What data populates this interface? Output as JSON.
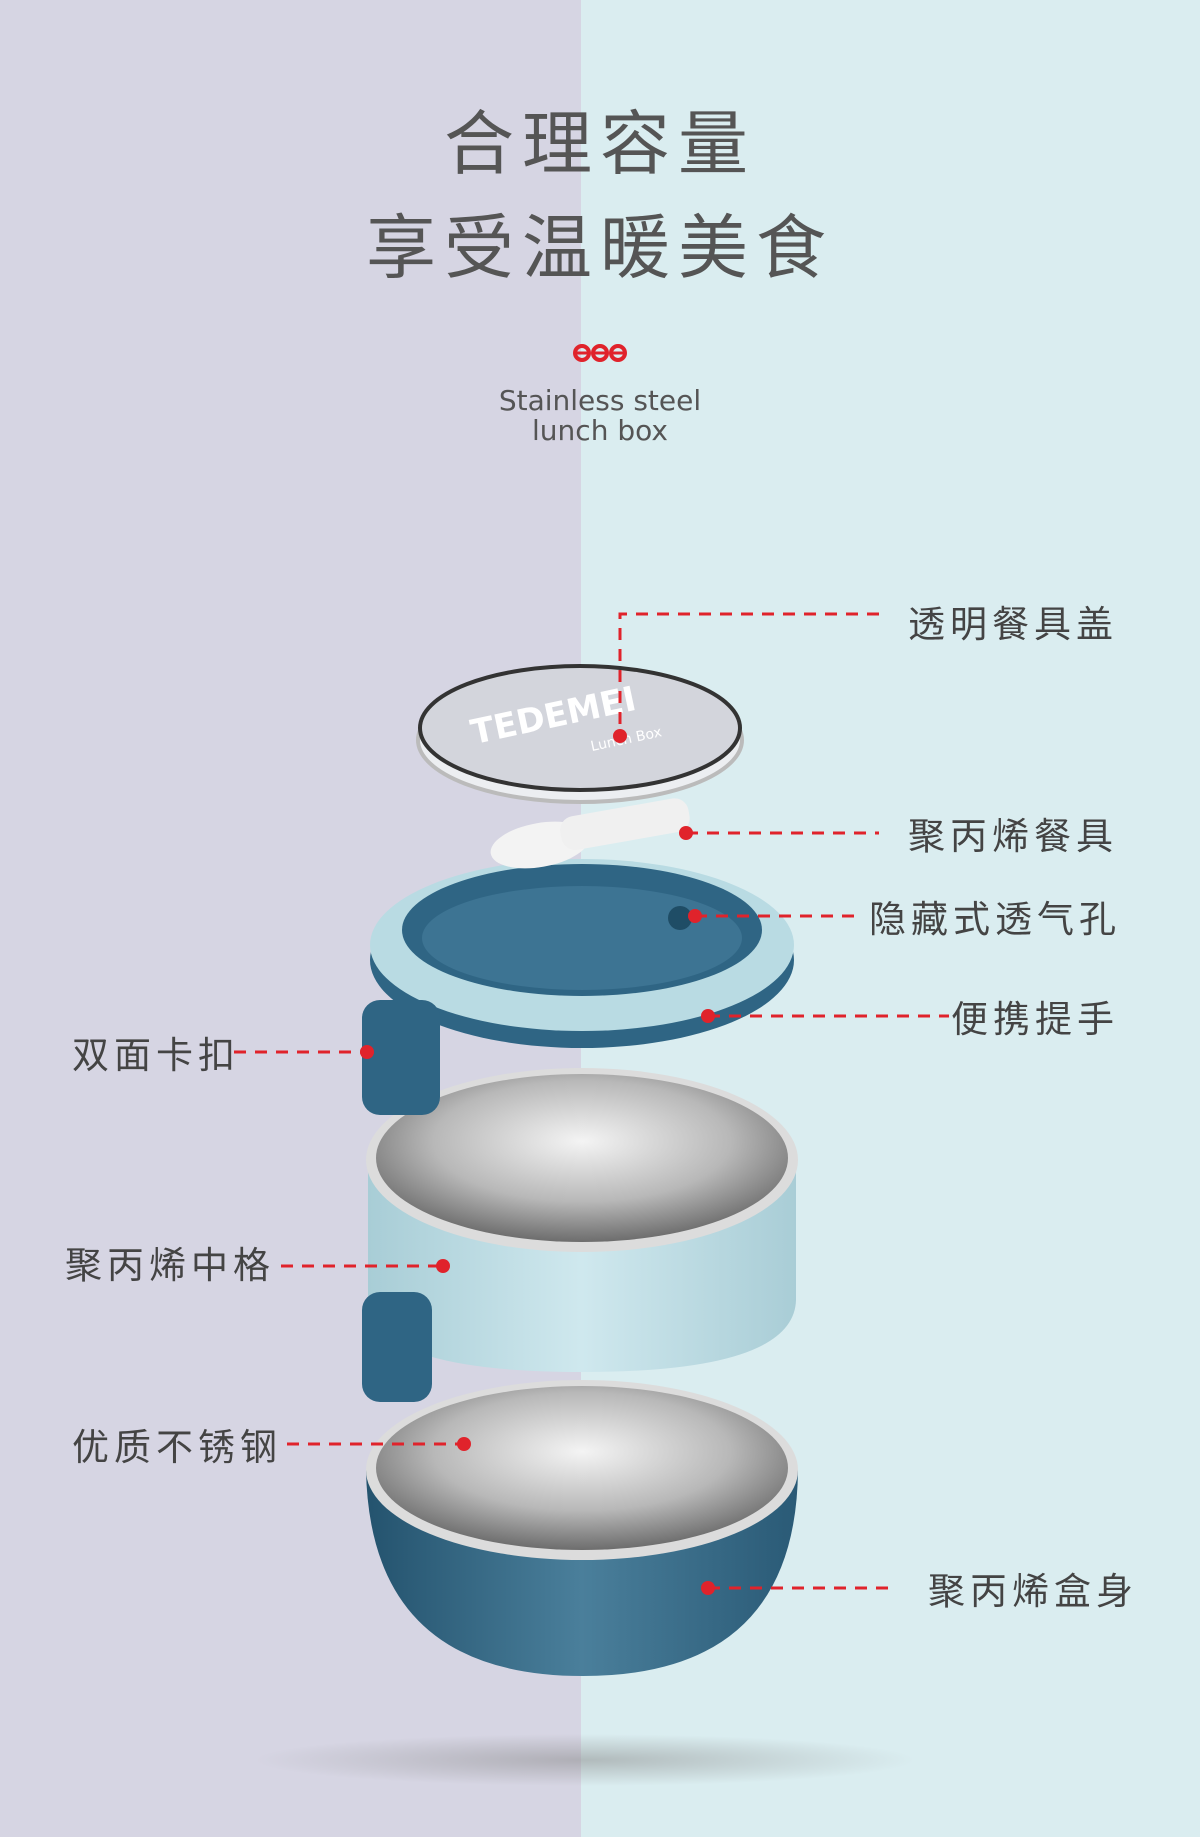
{
  "heading": {
    "line1": "合理容量",
    "line2": "享受温暖美食"
  },
  "brand": {
    "logo": "eee",
    "subtitle_line1": "Stainless steel",
    "subtitle_line2": "lunch box"
  },
  "lid_print": {
    "brand": "TEDEMEI",
    "text": "Lunch Box"
  },
  "labels": {
    "clear_lid": "透明餐具盖",
    "utensils": "聚丙烯餐具",
    "vent": "隐藏式透气孔",
    "handle": "便携提手",
    "clip": "双面卡扣",
    "middle_tier": "聚丙烯中格",
    "steel": "优质不锈钢",
    "body": "聚丙烯盒身"
  },
  "colors": {
    "accent": "#e0232b",
    "text": "#555555",
    "blue_dark": "#2f6584",
    "blue_light": "#b9dbe3"
  }
}
